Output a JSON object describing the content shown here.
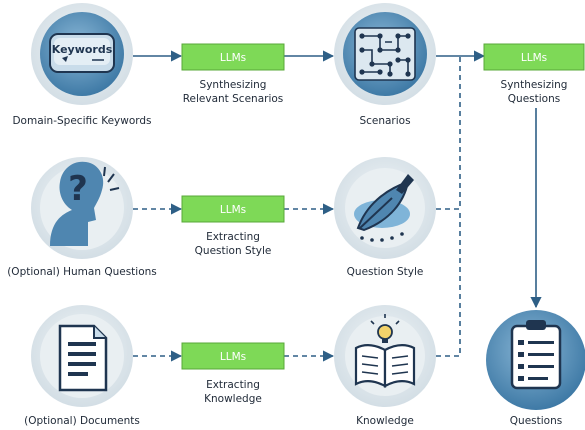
{
  "nodes": {
    "keywords": {
      "badge_text": "Keywords",
      "label": "Domain-Specific Keywords"
    },
    "human_questions": {
      "label": "(Optional) Human Questions"
    },
    "documents": {
      "label": "(Optional) Documents"
    },
    "scenarios": {
      "label": "Scenarios"
    },
    "question_style": {
      "label": "Question Style"
    },
    "knowledge": {
      "label": "Knowledge"
    },
    "questions": {
      "label": "Questions"
    }
  },
  "llm_boxes": {
    "synth_scenarios": {
      "text": "LLMs",
      "caption_line1": "Synthesizing",
      "caption_line2": "Relevant Scenarios"
    },
    "extract_style": {
      "text": "LLMs",
      "caption_line1": "Extracting",
      "caption_line2": "Question Style"
    },
    "extract_knowledge": {
      "text": "LLMs",
      "caption_line1": "Extracting",
      "caption_line2": "Knowledge"
    },
    "synth_questions": {
      "text": "LLMs",
      "caption_line1": "Synthesizing",
      "caption_line2": "Questions"
    }
  },
  "colors": {
    "llm_green": "#7ed957",
    "llm_border": "#58a83a",
    "arrow": "#2e5f86",
    "circle_outer": "#dfe7ec",
    "circle_inner": "#5a8fb8",
    "icon_dark": "#1f3550"
  }
}
